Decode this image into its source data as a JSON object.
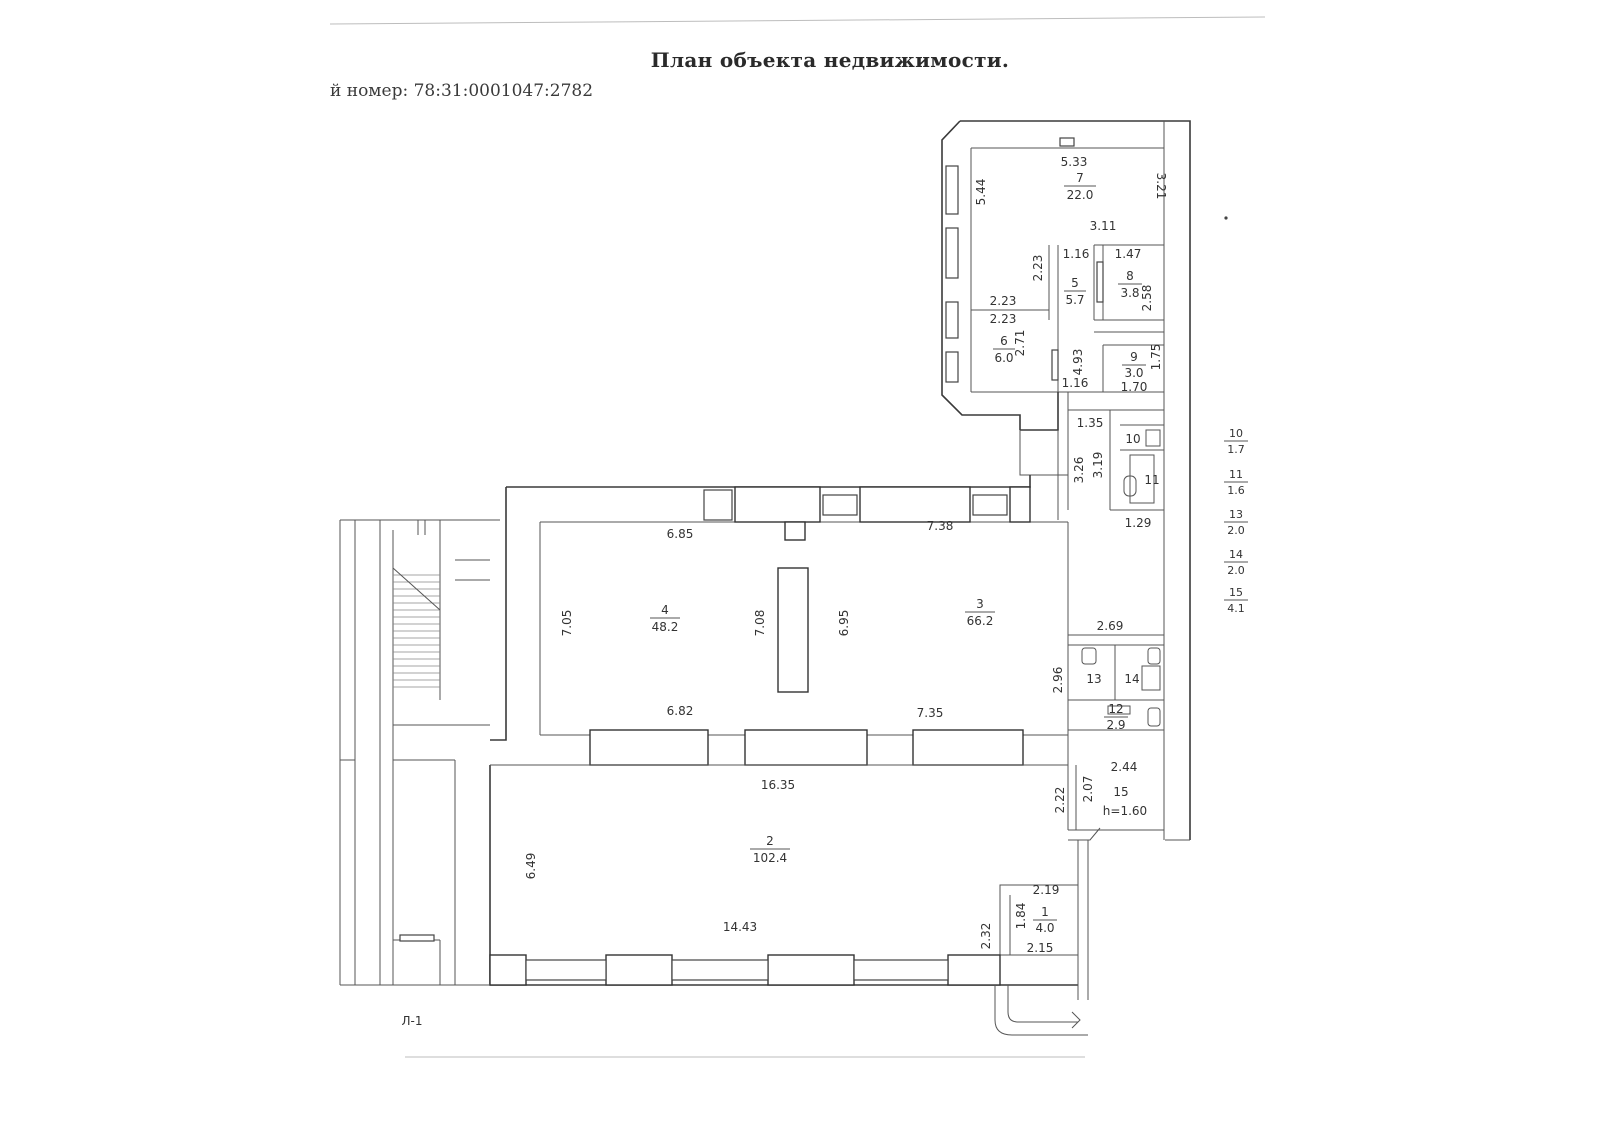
{
  "document": {
    "title": "План объекта недвижимости.",
    "cadastral_line": "й номер: 78:31:0001047:2782",
    "stair_label": "Л-1"
  },
  "rooms": {
    "r1": {
      "num": "1",
      "area": "4.0"
    },
    "r2": {
      "num": "2",
      "area": "102.4"
    },
    "r3": {
      "num": "3",
      "area": "66.2"
    },
    "r4": {
      "num": "4",
      "area": "48.2"
    },
    "r5": {
      "num": "5",
      "area": "5.7"
    },
    "r6": {
      "num": "6",
      "area": "6.0"
    },
    "r7": {
      "num": "7",
      "area": "22.0"
    },
    "r8": {
      "num": "8",
      "area": "3.8"
    },
    "r9": {
      "num": "9",
      "area": "3.0"
    },
    "r10": {
      "num": "10"
    },
    "r11": {
      "num": "11"
    },
    "r12": {
      "num": "12",
      "area": "2.9"
    },
    "r13": {
      "num": "13"
    },
    "r14": {
      "num": "14"
    },
    "r15": {
      "num": "15",
      "height": "h=1.60"
    }
  },
  "legend": [
    {
      "num": "10",
      "area": "1.7"
    },
    {
      "num": "11",
      "area": "1.6"
    },
    {
      "num": "13",
      "area": "2.0"
    },
    {
      "num": "14",
      "area": "2.0"
    },
    {
      "num": "15",
      "area": "4.1"
    }
  ],
  "dimensions": {
    "d_5_33": "5.33",
    "d_5_44": "5.44",
    "d_3_21": "3.21",
    "d_3_11": "3.11",
    "d_1_16a": "1.16",
    "d_1_47": "1.47",
    "d_2_23a": "2.23",
    "d_2_23b": "2.23",
    "d_2_23c": "2.23",
    "d_2_58": "2.58",
    "d_2_71": "2.71",
    "d_4_93": "4.93",
    "d_1_75": "1.75",
    "d_1_16b": "1.16",
    "d_1_70": "1.70",
    "d_1_35": "1.35",
    "d_3_19": "3.19",
    "d_3_26": "3.26",
    "d_1_29": "1.29",
    "d_6_85": "6.85",
    "d_7_38": "7.38",
    "d_7_05": "7.05",
    "d_7_08": "7.08",
    "d_6_95": "6.95",
    "d_2_69": "2.69",
    "d_2_96": "2.96",
    "d_6_82": "6.82",
    "d_7_35": "7.35",
    "d_16_35": "16.35",
    "d_2_44": "2.44",
    "d_2_07": "2.07",
    "d_2_22": "2.22",
    "d_6_49": "6.49",
    "d_2_19": "2.19",
    "d_14_43": "14.43",
    "d_2_32": "2.32",
    "d_1_84": "1.84",
    "d_2_15": "2.15"
  }
}
